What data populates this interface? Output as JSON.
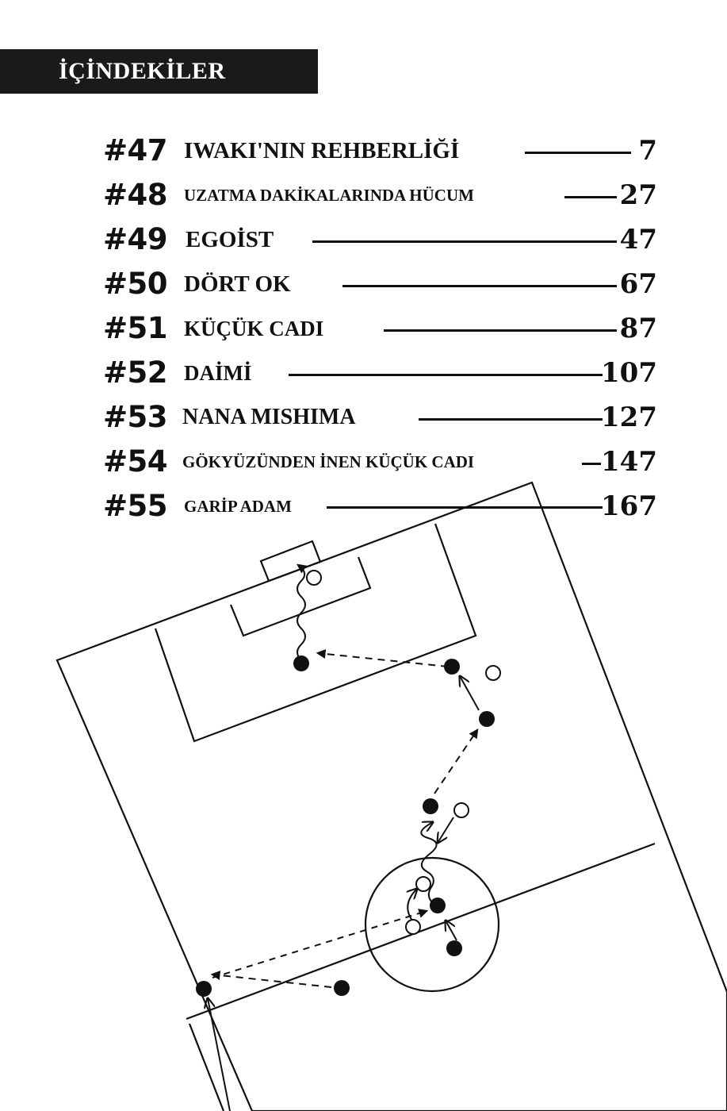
{
  "header": {
    "title": "İÇİNDEKİLER"
  },
  "toc": [
    {
      "number": "#47",
      "title": "IWAKI'NIN REHBERLİĞİ",
      "page": "7"
    },
    {
      "number": "#48",
      "title": "UZATMA DAKİKALARINDA HÜCUM",
      "page": "27"
    },
    {
      "number": "#49",
      "title": "EGOİST",
      "page": "47"
    },
    {
      "number": "#50",
      "title": "DÖRT OK",
      "page": "67"
    },
    {
      "number": "#51",
      "title": "KÜÇÜK CADI",
      "page": "87"
    },
    {
      "number": "#52",
      "title": "DAİMİ",
      "page": "107"
    },
    {
      "number": "#53",
      "title": "NANA MISHIMA",
      "page": "127"
    },
    {
      "number": "#54",
      "title": "GÖKYÜZÜNDEN İNEN KÜÇÜK CADI",
      "page": "147"
    },
    {
      "number": "#55",
      "title": "GARİP ADAM",
      "page": "167"
    }
  ]
}
